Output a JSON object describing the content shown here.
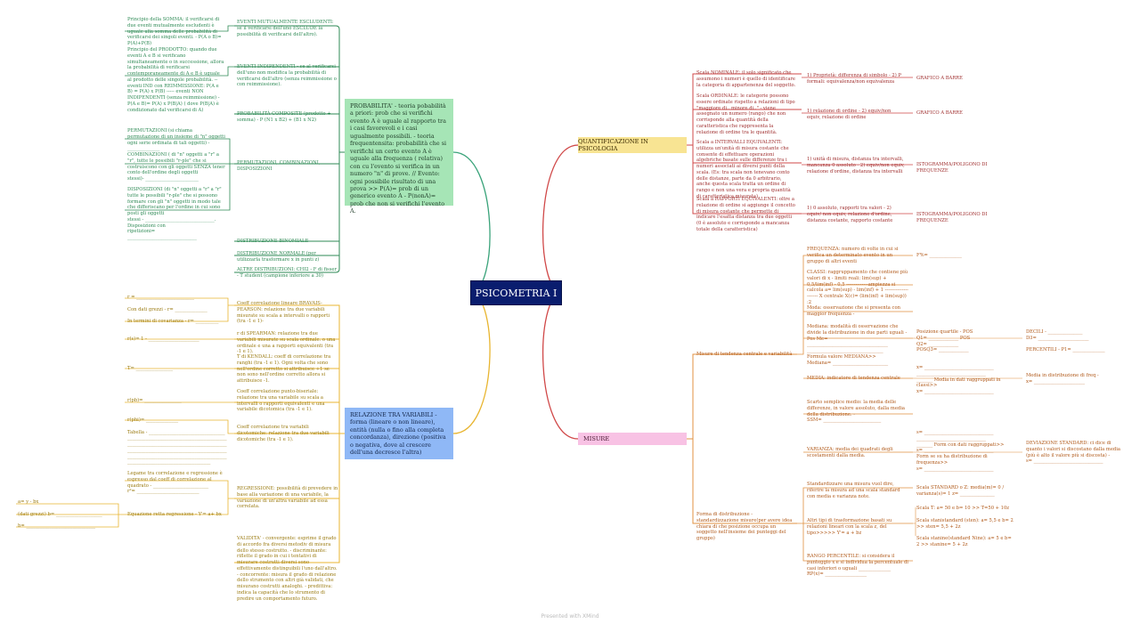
{
  "central": "PSICOMETRIA I",
  "footer": "Presented with XMind",
  "prob": {
    "title": "PROBABILITA' - teoria pobabilità a priori: prob che si verifichi evento A è uguale al rapporto tra i casi favorevoli e i casi ugualmente possibili. - teoria frequentensita: probabilità che si verifichi un certo evento A è uguale alla frequenza ( relativa) con cu l'evento si verifica in un numero \"n\" di prove. // Evento: ogni possibile risultato di una prova >> P(A)= prob di un generico evento A - P(nonA)= prob che non si verifichi l'evento A.",
    "n1": "EVENTI MUTUALMENTE ESCLUDENTI: se il verificarsi dell'uno ESCLUDE la possibilità di verificarsi dell'altro).",
    "n1a": "Principio della SOMMA: il verificarsi di due eventi mutualmente escludenti è uguale alla somma delle probabilità di verificarsi dei singoli eventi. -  P(A o B)= P(A)+P(B)",
    "n2": "EVENTI INDIPENDENTI - se al verificarsi dell'uno non modifica la probabilità di verificarsi dell'altro (senza reimmissione o con reimmissione).",
    "n2a": "Principio del PRODOTTO: quando due eventi A e B si verificano simultaneamente o in successione, allora la probabilità di verificarsi contemporaneamente di A e B è uguale al prodotto delle singole probabilità. -- eventi IND con REIMMISSIONE: P(A e B) = P(A) x P(B) ----- eventi NON INDIPENDENTI (senza reimmissione) - P(A e B)= P(A) x P(B|A) ( dove P(B|A) è condizionato dal verificarsi di A)",
    "n3": "PROBABILITÀ COMPOSITE (prodotto + somma) - P (N1 x B2) + (B1 x N2)",
    "n4": "PERMUTAZIONI, COMBINAZIONI, DISPOSIZIONI",
    "n4a": "PERMUTAZIONI (si chiama permutazione di un insieme di \"n\" oggetti ogni serie ordinata di tali oggetti) -  ______________",
    "n4b": "COMBINAZIONI ( di \"n\" oggetti a \"r\" a \"r\", tutte le possibili \"r-ple\" che si costruiscono con gli oggetti SENZA tener conto dell'ordine degli oggetti\nstessi)- _______________________",
    "n4c": "DISPOSIZIONI (di \"n\" oggetti a \"r\" a \"r\" tutte le possibili \"r-ple\" che si possono formare con gli \"n\" oggetti in modo tale che differiscano per l'ordine in cui sono posti gli oggetti\nstessi - ______________________________.\nDisposizioni con\nripetizioni= ______________________________",
    "n5": "DISTRIBUZIONE BINOMIALE",
    "n6": "DISTRIBUZIONE NORMALE (per utilizzarla trasformare x in punti z)",
    "n7": "ALTRE DISTRIBUZIONI: CHI2 - F di fisser - T student (campione inferiore a 30)"
  },
  "rel": {
    "title": "RELAZIONE TRA VARIABILI - forma (lineare o non lineare), entità (nulla o fino alla completa concordanza), direzione (positiva o negativa,  dove al crescere dell'una decresce l'altra)",
    "c1": "Coeff correlazione lineare BRAVAIS-PEARSON: relazione tra due variabili misurate su scala a intervalli o rapporti (tra -1 e 1)-",
    "c1a": "r = _________________________\n\nCon dati grezzi - r= ______________\n\nIn termini di covarianza - r= __________",
    "c2": "r di SPEARMAN: relazione tra due variabili misurate su scala ordinale. o una ordinale e una a rapporti equivalenti (tra -1 e 1).",
    "c2a": "r(s)= 1 - ______________________",
    "c3": "T di KENDALL: coeff di correlazione tra ranghi (tra -1 e 1). Ogni volta che sono nell'ordine corretto si attribuisce +1 se non sono nell'ordine corretto allora si attribuisce -1.",
    "c3a": "T= ________________",
    "c4": "Coeff correlazione punto-biseriale: relazione tra una variabile su scala a intervalli o rapporti equivalenti e una variabile dicotomica (tra -1 e 1).",
    "c4a": "r(pb)= ________________",
    "c5": "Coeff correlazione tra variabili dicotomiche: relazione tra due variabili dicotomiche (tra -1 e 1).",
    "c5a": "r(phi)= ______________\n\nTabella - _________________________________\n___________________________________________\n___________________________________________\n___________________________________________\n___________________________________________\n____________________________________",
    "c6": "REGRESSIONE: possibilità di prevedere in base alla variazione di una variabile, la variazione di un'altra variabile ad essa correlata.",
    "c6a": "Legame tra correlazione e regressione è espresso dal coeff di correlazione al quadrato - ________________________\nr²= ___________________________",
    "c6b": "Equazione retta regressione - Y'= a+ bx",
    "c6c": "a= y - bx\n\n(dati grezzi) b= ____________________\n\nb= ______________________________",
    "c7": "VALIDITA' - convergente: esprime il grado di accordo fra diversi metodiv di misura dello stesso costrutto. - discriminante: riflette il grado in cui i tentativi di misurare costrutti diversi sono effettivamente distinguibili l'uno dall'altro. - concorrente: misura il grado di relazione dello strumento con altri già validati, che misurano costrutti analoghi. - predittiva: indica la capacità che lo strumento di predire un comportamento futuro."
  },
  "quant": {
    "title": "QUANTIFICAZIONE IN PSICOLOGIA",
    "s1": "Scala NOMINALE: il solo significato che assumono i numeri è quello di identificare la categoria di appartenenza del soggetto.",
    "s1p": "1) Proprietà: differenza di simbolo - 2) P formali: equivalenza/non equivalenza",
    "s1g": "GRAFICO A BARRE",
    "s2": "Scala ORDINALE: le categorie possono essere ordinate rispetto a relazioni di tipo \"maggiore di.. minore di..\" - viene assegnato un numero (rango) che non corrisponde alla quantità della caratteristica che rappresenta la relazione di ordine tra le quantità.",
    "s2p": "1) relazione di ordine - 2) equiv/non equiv, relazione di ordine",
    "s2g": "GRAFICO A BARRE",
    "s3": "Scala a INTERVALLI EQUIVALENTI: utilizza un'unità di misura costante che consente di effettuare operazioni algebriche basate sulle differenze tra i numeri associati ai diversi punti della scala.  (Es: tra scala non tenevano conto delle distanze, parte da 0 arbitrario, anche questa scala tratta un ordine di rango e non una vera e propria quantità di caratteristica misurata)",
    "s3p": "1) unità di misura, distanza tra intervalli, mancanza 0 assoluto - 2) equiv/non equiv, relazione d'ordine, distanza tra intervalli",
    "s3g": "ISTOGRAMMA/POLIGONO DI FREQUENZE",
    "s4": "Scala a RAPPORTI EQUIVALENTI: oltre a relazione di ordine si aggiunge il concetto di misura costante che permette di indicare l'esatta distanza tra due oggetti (0 è assoluto e corrisponde a mancanza totale della caratteristica)",
    "s4p": "1) 0 assoluto, rapporti tra valori - 2) equiv/ non equiv, relazione d'ordine, distanza costante, rapporto costante",
    "s4g": "ISTOGRAMMA/POLIGONO DI FREQUENZE"
  },
  "mis": {
    "title": "MISURE",
    "m1": "Misure di tendenza centrale e variabilità",
    "f1": "FREQUENZA: numero di volte in cui si verifica un determinato evento in un gruppo di altri eventi",
    "f1a": "F%= ______________",
    "f2": "CLASSI: raggruppamento che contiene più valori di x - limiti reali: lim(sup) + 0,5/lim(inf) - 0,5 --------------ampiezza si calcola a= lim(sup) - lim(inf) + 1 ---------------------- X centrale X(c)= (lim(inf) + lim(sup)) :2",
    "f3": "Moda: osservazione che si presenta con maggior frequenza -",
    "f4": "Mediana: modalità di osservazione che divide la distribuzione in due parti uguali - Pos Me= ___________________________________\n_________________________________\n     Formula valore MEDIANA>>\nMediana= ________________________",
    "f4a": "Posizione quartile - POS\nQ1= _____________ POS\nQ2= _____________\nPOSQ3= _____________",
    "f4b": "DECILI - _______________\nD3= ______________________\n\nPERCENTILI - P1= ______________",
    "f5": "MEDIA: indicatore di tendenza centrale",
    "f5a": "x= ______________________________\n______________________________\n_______ Media in dati raggruppati in classi>>\nx= ______________________________",
    "f5b": "Media in distribuzione di freq -\nx= ______________________",
    "f6": "Scarto semplice medio: la media delle differenze, in valore assoluto, dalla media della distribuzione. -\nSSM= _________________________",
    "f7": "VARIANZA: media dei quadrati degli scostamenti dalla media.",
    "f7a": "s= ______________________________\n______________________________\n_______ Form con dati raggruppati>>\ns= ______________________________\n   Form se su ha distribuzione di frequenza>>\ns= ______________________________",
    "f7b": "DEVIAZIONE STANDARD: ci dice di quanto i valori si discostano dalla media (più è alto il valore più si discosta) -\ns= ______________________________",
    "m2": "Forma di distribuzione - standardizzazione misure(per avere idea chiara di che posizione occupa un soggetto nell'insieme dei punteggi del gruppo)",
    "d1": "Standardizzare una misura vuol dire, riferire la misura ad una scala standard con media e varianza note.",
    "d1a": "Scala STANDARD o Z: media(m)= 0 / varianza(s)= 1  z= _______________",
    "d2": "Altri tipi di trasformazione basati su relazioni lineari con la scala z, del tipo>>>>> Y'= a + bz",
    "d2a": "Scala T: a= 50 e b= 10 >> T=50 + 10z",
    "d2b": "Scala stanistandard (sten): a= 5,5 e b= 2 >> sten= 5,5 + 2z",
    "d2c": "Scala stanine(standard Nine): a= 5 e b= 2 >> stanine= 5 + 2z",
    "d3": "RANGO PERCENTILE: si considera il punteggio x e si individua la percentuale di casi inferiori o uguali ______________\nRP(x)= __________________"
  },
  "colors": {
    "green": "#2e8a55",
    "yellow": "#e8b530",
    "red": "#d04848",
    "orange": "#e09040",
    "center": "#0a1d6e"
  }
}
